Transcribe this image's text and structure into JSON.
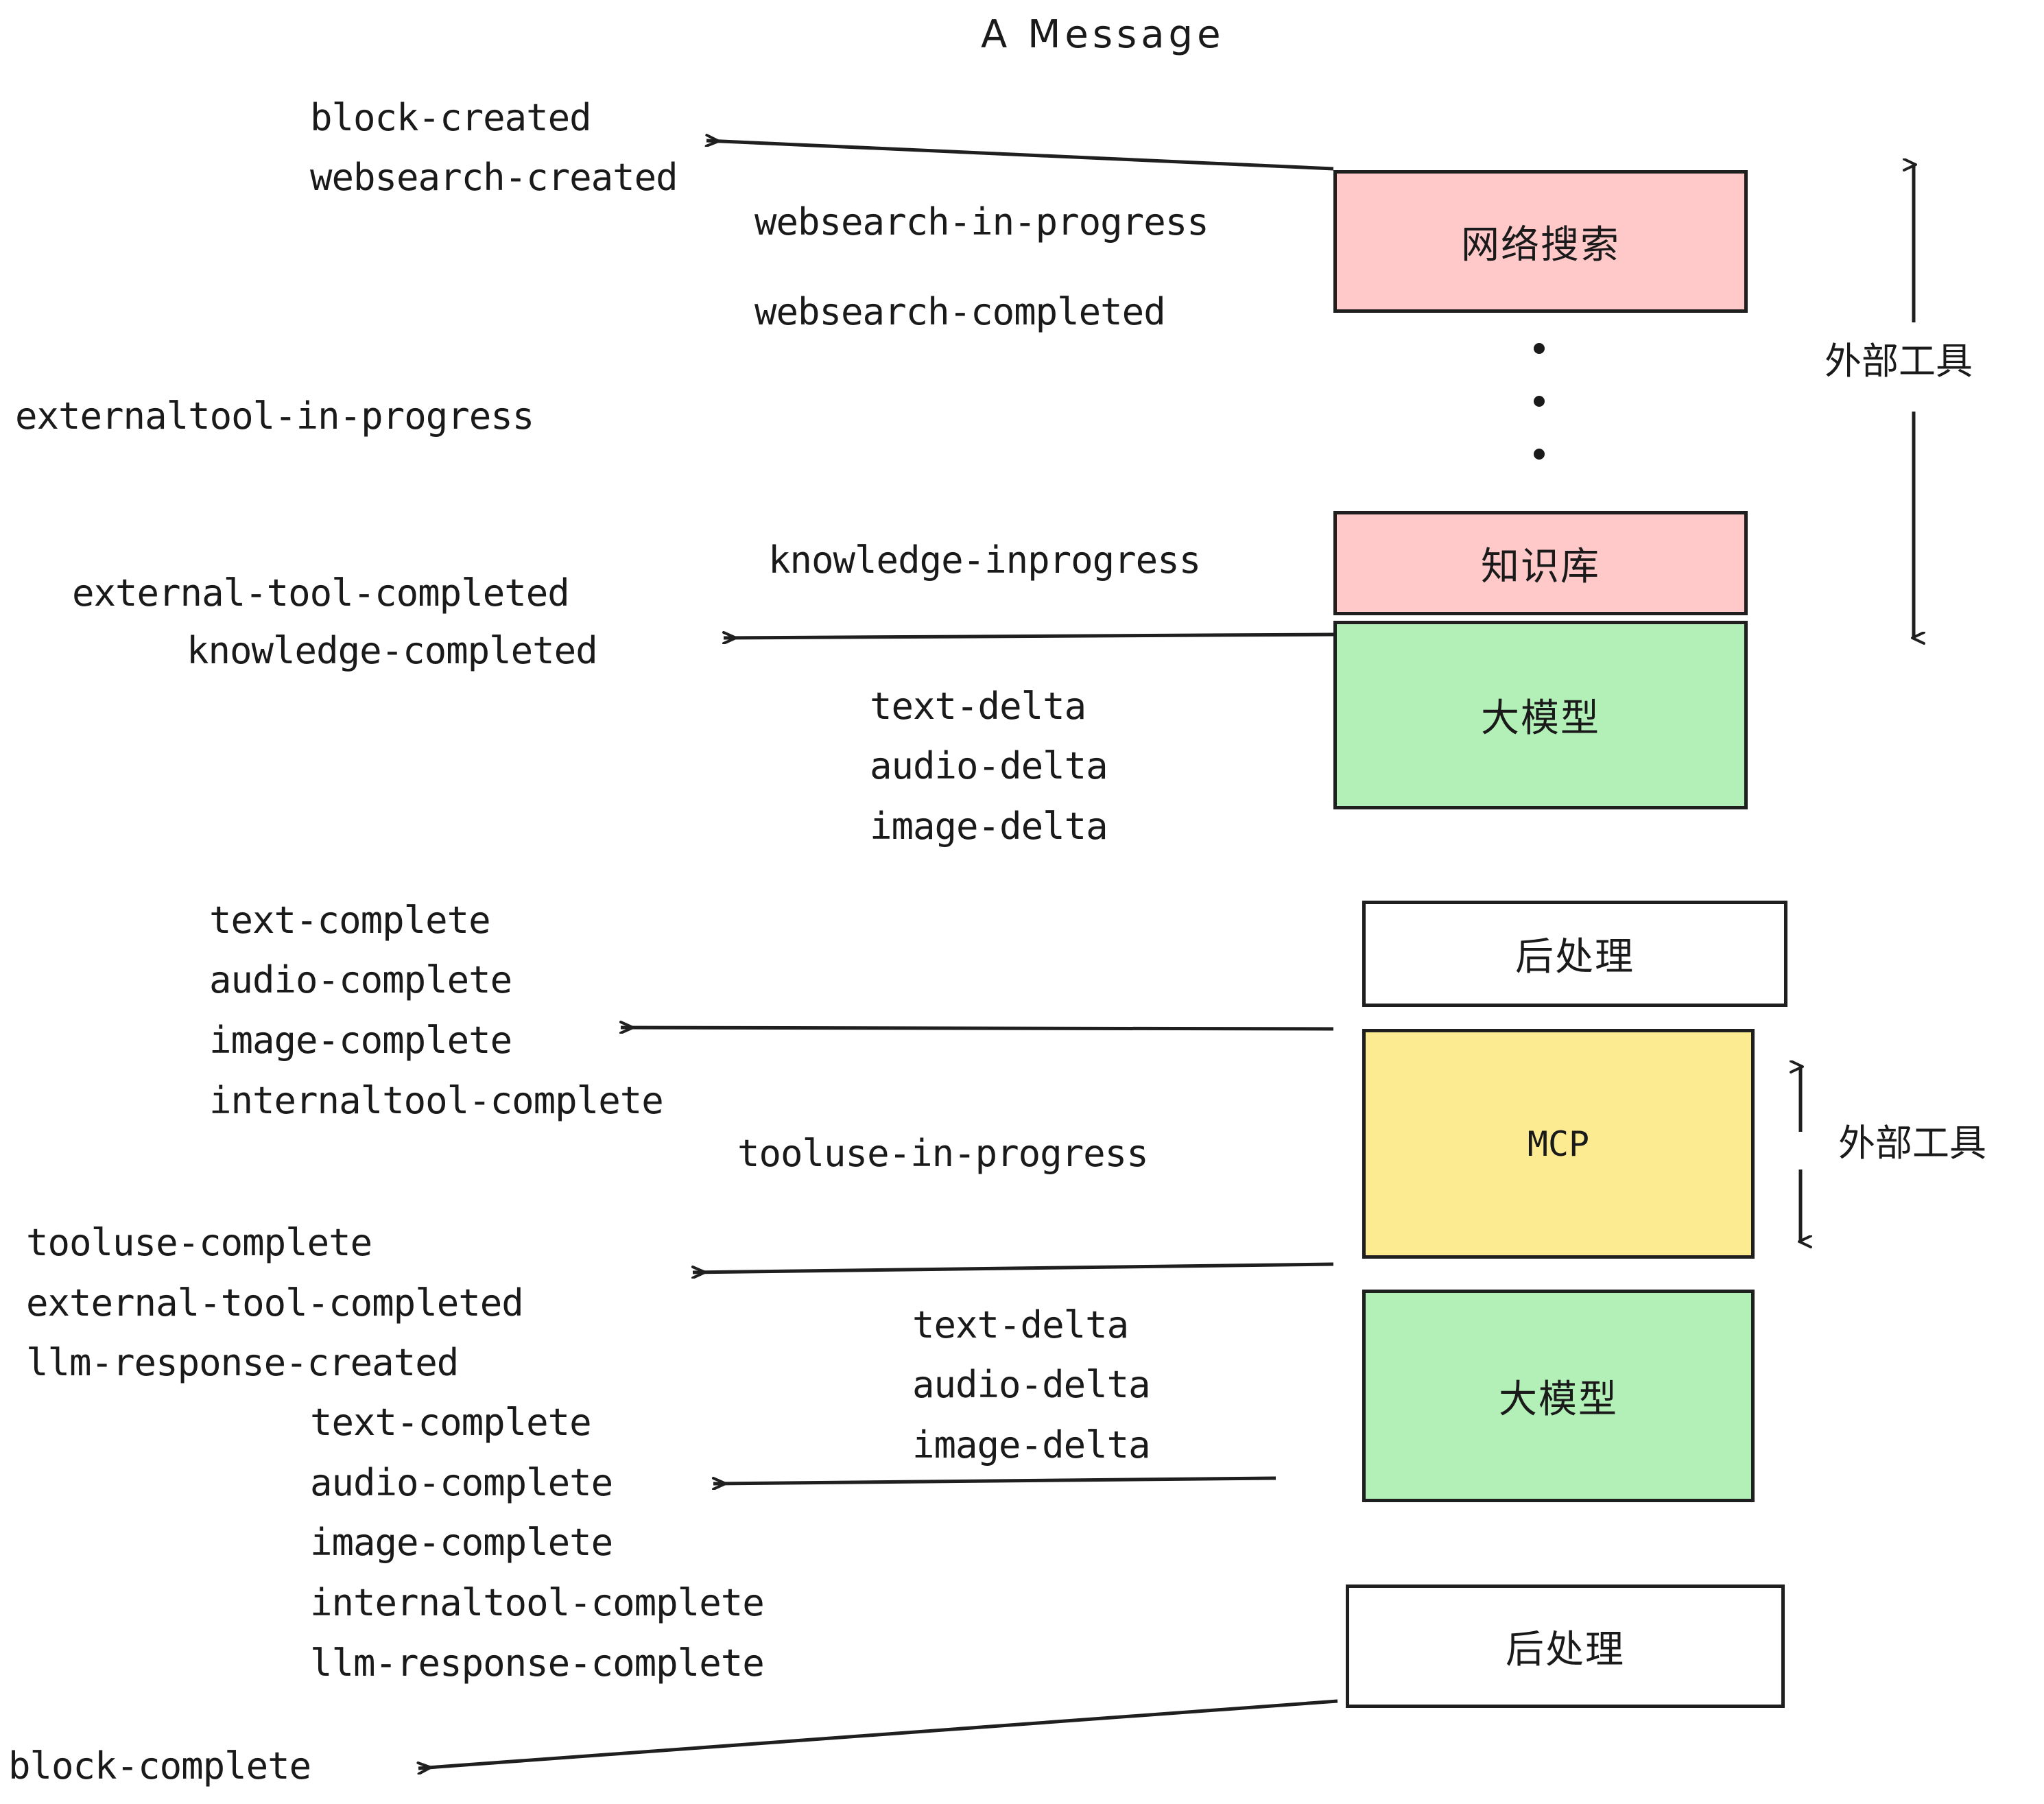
{
  "title": "A Message",
  "colors": {
    "external_tool_fill": "#FFC9C9",
    "llm_fill": "#B2F0B8",
    "mcp_fill": "#FCEB91",
    "postprocess_fill": "#FFFFFF",
    "stroke": "#1F1F1F",
    "text": "#1A1A1A",
    "background": "#FFFFFF"
  },
  "nodes": [
    {
      "id": "websearch",
      "label": "网络搜索",
      "fill": "external_tool_fill"
    },
    {
      "id": "knowledge",
      "label": "知识库",
      "fill": "external_tool_fill"
    },
    {
      "id": "llm_first",
      "label": "大模型",
      "fill": "llm_fill"
    },
    {
      "id": "post_first",
      "label": "后处理",
      "fill": "postprocess_fill"
    },
    {
      "id": "mcp",
      "label": "MCP",
      "fill": "mcp_fill"
    },
    {
      "id": "llm_second",
      "label": "大模型",
      "fill": "llm_fill"
    },
    {
      "id": "post_second",
      "label": "后处理",
      "fill": "postprocess_fill"
    }
  ],
  "brackets": [
    {
      "id": "external-tools-upper",
      "label": "外部工具"
    },
    {
      "id": "external-tools-lower",
      "label": "外部工具"
    }
  ],
  "events": {
    "block_created": "block-created",
    "websearch_created": "websearch-created",
    "websearch_in_progress": "websearch-in-progress",
    "websearch_completed": "websearch-completed",
    "externaltool_in_progress": "externaltool-in-progress",
    "knowledge_inprogress": "knowledge-inprogress",
    "external_tool_completed_1": "external-tool-completed",
    "knowledge_completed": "knowledge-completed",
    "text_delta_1": "text-delta",
    "audio_delta_1": "audio-delta",
    "image_delta_1": "image-delta",
    "text_complete_1": "text-complete",
    "audio_complete_1": "audio-complete",
    "image_complete_1": "image-complete",
    "internaltool_complete_1": "internaltool-complete",
    "tooluse_in_progress": "tooluse-in-progress",
    "tooluse_complete": "tooluse-complete",
    "external_tool_completed_2": "external-tool-completed",
    "llm_response_created": "llm-response-created",
    "text_delta_2": "text-delta",
    "audio_delta_2": "audio-delta",
    "image_delta_2": "image-delta",
    "text_complete_2": "text-complete",
    "audio_complete_2": "audio-complete",
    "image_complete_2": "image-complete",
    "internaltool_complete_2": "internaltool-complete",
    "llm_response_complete": "llm-response-complete",
    "block_complete": "block-complete"
  }
}
